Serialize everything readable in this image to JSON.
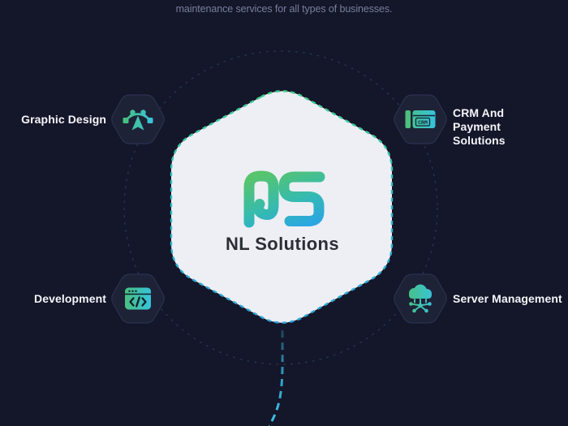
{
  "tagline": "maintenance services for all types of businesses.",
  "brand": {
    "name": "NL Solutions",
    "monogram": "NS"
  },
  "services": [
    {
      "label": "Graphic Design",
      "icon": "pen-tool-icon",
      "position": "top-left"
    },
    {
      "label": "CRM And Payment Solutions",
      "icon": "crm-window-icon",
      "icon_text": "CRM",
      "position": "top-right"
    },
    {
      "label": "Development",
      "icon": "code-window-icon",
      "position": "bottom-left"
    },
    {
      "label": "Server Management",
      "icon": "cloud-network-icon",
      "position": "bottom-right"
    }
  ],
  "colors": {
    "background": "#141629",
    "accent_green": "#4cc47b",
    "accent_cyan": "#33bfe2",
    "hexagon_fill": "#edeff5",
    "tile_fill": "#1e2236",
    "dashed_line": "#35b2d8",
    "label_text": "#f4f6fa",
    "tagline_text": "#787f9e",
    "brand_text": "#2b2e34"
  }
}
